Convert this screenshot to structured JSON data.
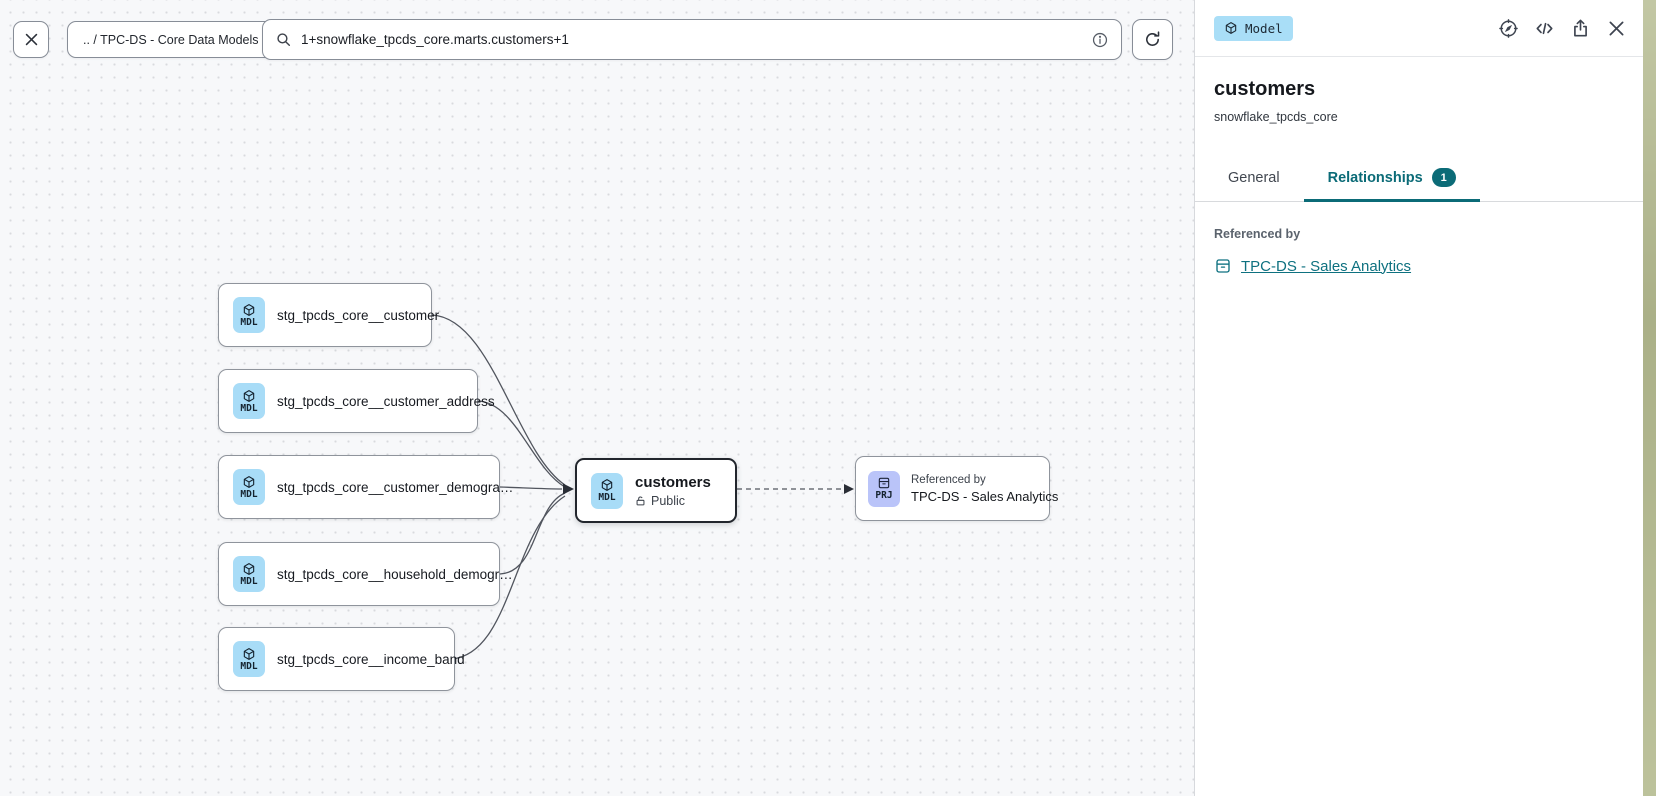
{
  "toolbar": {
    "breadcrumb": ".. / TPC-DS - Core Data Models",
    "search_value": "1+snowflake_tpcds_core.marts.customers+1"
  },
  "panel": {
    "type_badge": "Model",
    "title": "customers",
    "subtitle": "snowflake_tpcds_core",
    "tabs": [
      {
        "label": "General",
        "active": false
      },
      {
        "label": "Relationships",
        "active": true,
        "badge": "1"
      }
    ],
    "referenced_by_label": "Referenced by",
    "referenced_by_link": "TPC-DS - Sales Analytics",
    "icons": [
      "compass-icon",
      "code-icon",
      "share-icon",
      "close-icon"
    ]
  },
  "graph": {
    "upstream_nodes": [
      {
        "badge": "MDL",
        "label": "stg_tpcds_core__customer"
      },
      {
        "badge": "MDL",
        "label": "stg_tpcds_core__customer_address"
      },
      {
        "badge": "MDL",
        "label": "stg_tpcds_core__customer_demogra…"
      },
      {
        "badge": "MDL",
        "label": "stg_tpcds_core__household_demogr…"
      },
      {
        "badge": "MDL",
        "label": "stg_tpcds_core__income_band"
      }
    ],
    "selected_node": {
      "badge": "MDL",
      "label": "customers",
      "access_label": "Public"
    },
    "downstream_node": {
      "badge": "PRJ",
      "title": "Referenced by",
      "label": "TPC-DS - Sales Analytics"
    }
  },
  "colors": {
    "accent_teal": "#0b6b77",
    "model_badge_bg": "#a8dcf7",
    "project_badge_bg": "#bac4f9",
    "canvas_bg": "#f7f8fa",
    "node_border": "#8f949c",
    "selected_node_border": "#22262d",
    "desktop_edge": "#b5bb90"
  }
}
